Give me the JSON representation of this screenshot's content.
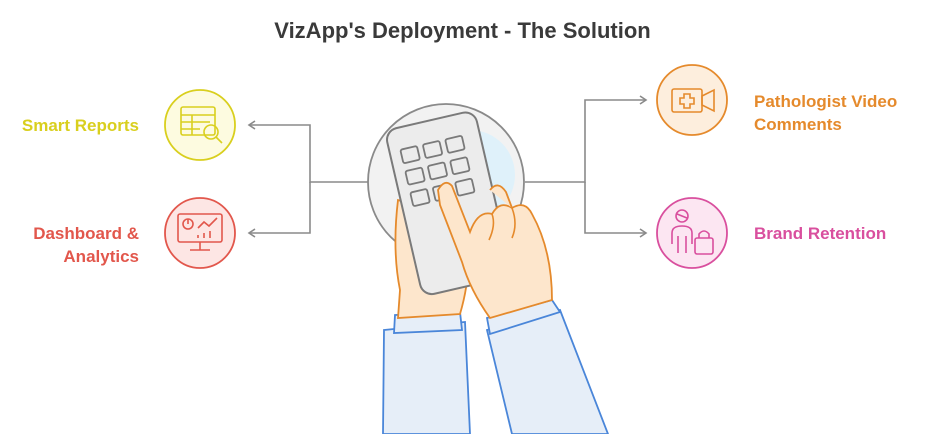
{
  "title": "VizApp's Deployment - The Solution",
  "items": {
    "smart_reports": {
      "label": "Smart Reports",
      "color": "#d9cf1e",
      "icon": "table-search-icon"
    },
    "dashboard": {
      "label_line1": "Dashboard &",
      "label_line2": "Analytics",
      "color": "#e2574c",
      "icon": "monitor-chart-icon"
    },
    "video_comments": {
      "label_line1": "Pathologist Video",
      "label_line2": "Comments",
      "color": "#e58a2c",
      "icon": "medical-video-icon"
    },
    "brand_retention": {
      "label": "Brand Retention",
      "color": "#d94f9e",
      "icon": "shopper-bag-icon"
    }
  }
}
